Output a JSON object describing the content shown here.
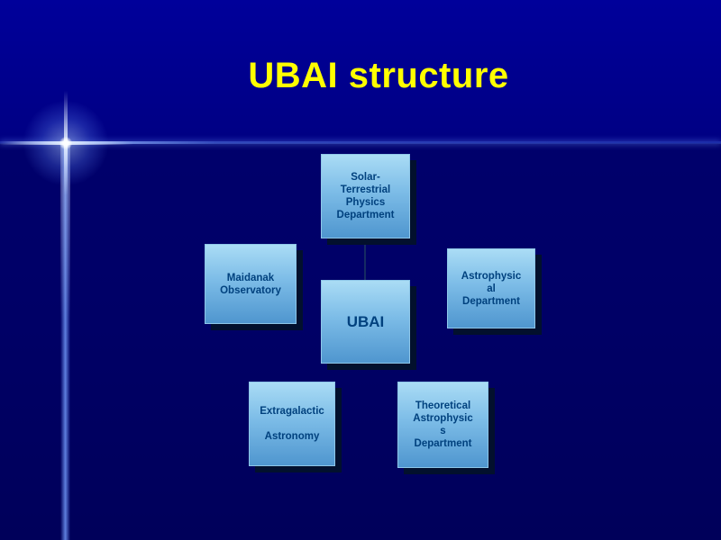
{
  "slide": {
    "title": "UBAI structure"
  },
  "diagram": {
    "center_label": "UBAI",
    "nodes": [
      {
        "id": "solar-terrestrial",
        "label": "Solar-Terrestrial Physics Department"
      },
      {
        "id": "maidanak",
        "label": "Maidanak Observatory"
      },
      {
        "id": "astrophysical",
        "label": "Astrophysical Department"
      },
      {
        "id": "extragalactic",
        "label": "Extragalactic\n\nAstronomy"
      },
      {
        "id": "theoretical",
        "label": "Theoretical Astrophysics Department"
      }
    ]
  },
  "colors": {
    "background": "#000066",
    "background_top_band": "#000091",
    "title_text": "#ffff00",
    "node_gradient_top": "#aadcf5",
    "node_gradient_bottom": "#4f96cf",
    "node_text": "#00417e",
    "node_shadow": "#02102d",
    "flare_glow": "#a0c0ff"
  }
}
